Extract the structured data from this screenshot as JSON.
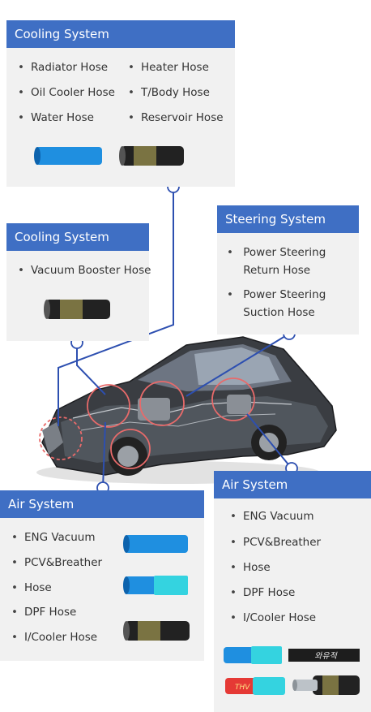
{
  "cooling_top": {
    "title": "Cooling System",
    "items": [
      "Radiator Hose",
      "Heater Hose",
      "Oil Cooler Hose",
      "T/Body Hose",
      "Water Hose",
      "Reservoir Hose"
    ]
  },
  "cooling_left": {
    "title": "Cooling System",
    "items": [
      "Vacuum Booster Hose"
    ]
  },
  "steering": {
    "title": "Steering System",
    "items": [
      {
        "line1": "Power Steering",
        "line2": "Return Hose"
      },
      {
        "line1": "Power Steering",
        "line2": "Suction Hose"
      }
    ]
  },
  "air_left": {
    "title": "Air System",
    "items": [
      "ENG Vacuum",
      "PCV&Breather",
      "Hose",
      "DPF Hose",
      "I/Cooler Hose"
    ]
  },
  "air_right": {
    "title": "Air System",
    "items": [
      "ENG Vacuum",
      "PCV&Breather",
      "Hose",
      "DPF Hose",
      "I/Cooler Hose"
    ],
    "hose_print": "와유적",
    "hose_tag": "THV"
  },
  "colors": {
    "header_blue": "#3f6fc4",
    "panel_bg": "#f1f1f1",
    "connector_line": "#2d4fb0",
    "hose_blue": "#1f8fe0",
    "hose_cyan": "#34d3e0",
    "hose_black": "#222222",
    "hose_red": "#e53935",
    "callout_circle": "#e86a6a"
  }
}
